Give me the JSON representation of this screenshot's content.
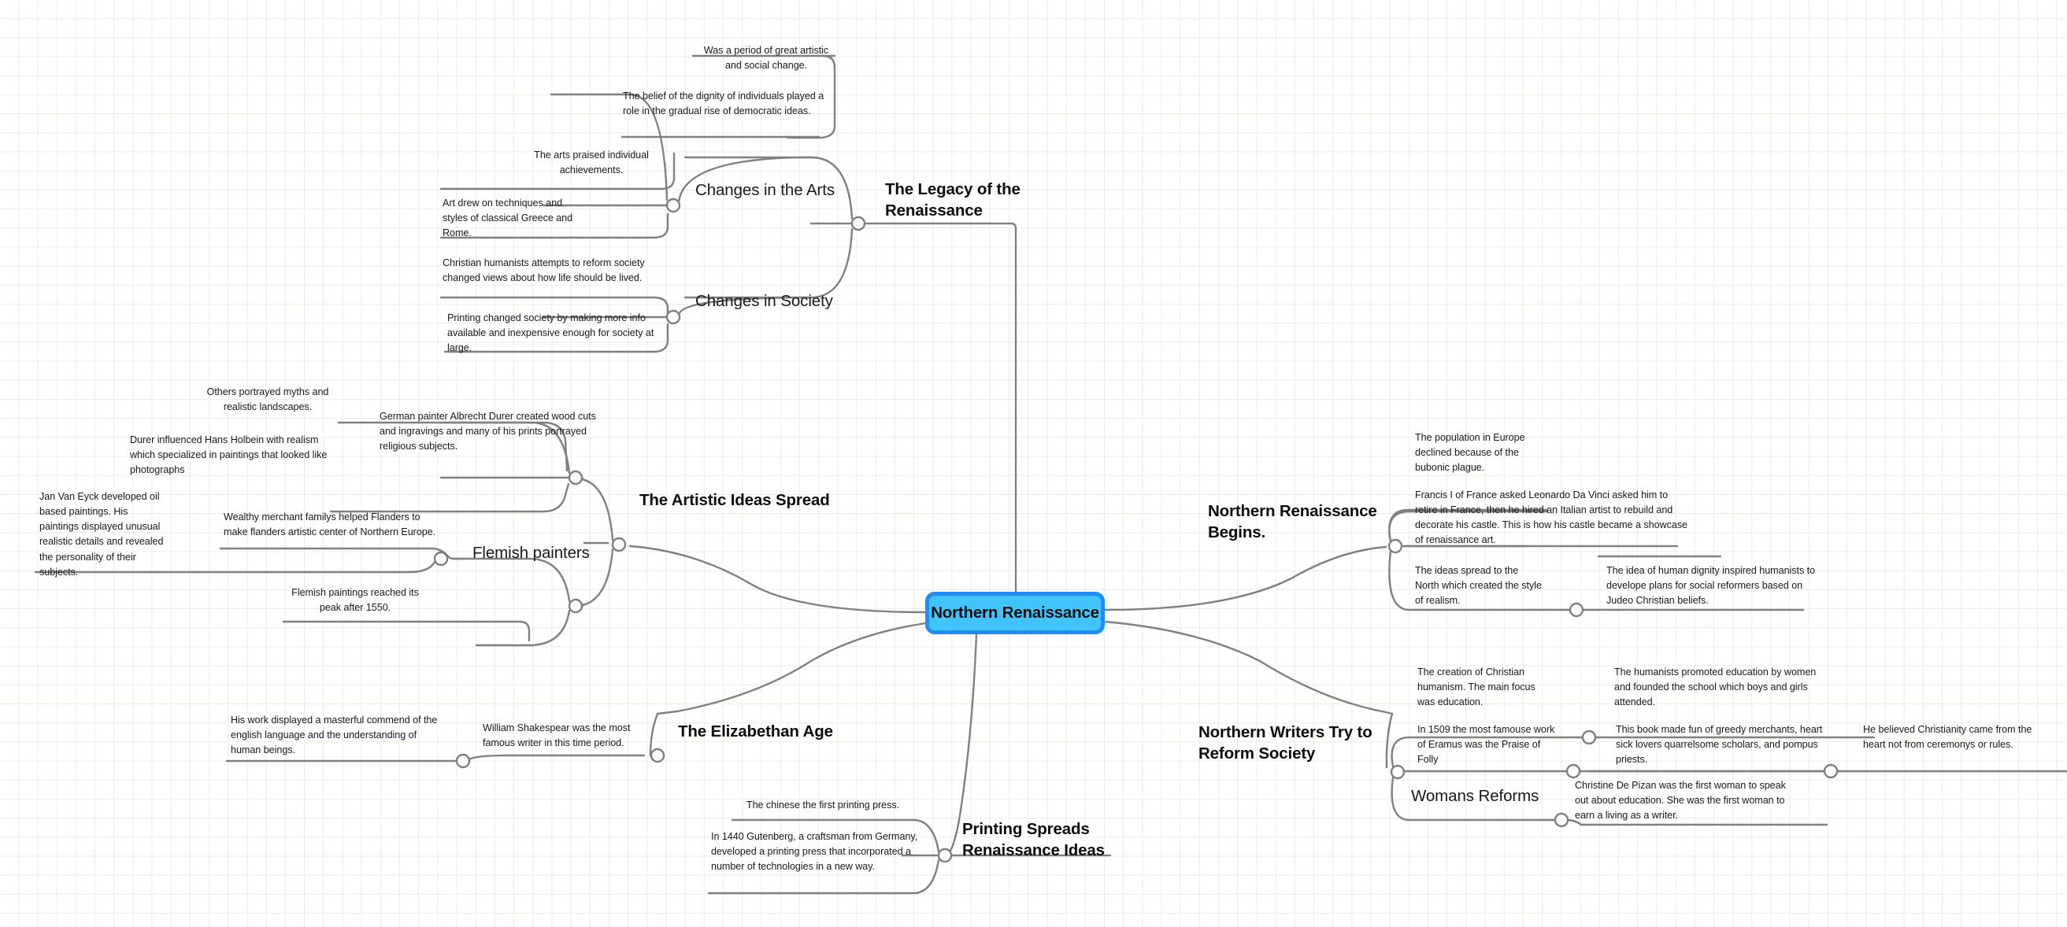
{
  "board": {
    "type": "mindmap",
    "background": "grid-paper",
    "grid_color": "#e8efe4",
    "wire_color": "#808080",
    "root_fill": "#41c4fb",
    "root_border": "#1e8ef0"
  },
  "root": {
    "label": "Northern Renaissance"
  },
  "branches": [
    {
      "id": "legacy",
      "label": "The Legacy of the Renaissance",
      "children": [
        {
          "id": "changes-arts",
          "label": "Changes in the Arts",
          "notes": [
            "Was a period of great artistic and social change.",
            "The belief of the dignity of individuals played a role in the gradual rise of democratic ideas.",
            "The arts praised individual achievements.",
            "Art drew on techniques and styles of classical Greece and Rome."
          ]
        },
        {
          "id": "changes-society",
          "label": "Changes in Society",
          "notes": [
            "Christian humanists attempts to reform society changed views about how life should be lived.",
            "Printing changed society by making more info available and inexpensive enough for society at large."
          ]
        }
      ]
    },
    {
      "id": "artistic-ideas",
      "label": "The Artistic Ideas Spread",
      "children": [
        {
          "id": "durer",
          "label": "German painter Albrecht Durer created wood cuts and ingravings and many of his prints portrayed religious subjects.",
          "notes": [
            "Others portrayed myths and realistic landscapes.",
            "Durer influenced Hans Holbein with realism which specialized in paintings that looked like photographs"
          ]
        },
        {
          "id": "flemish",
          "label": "Flemish painters",
          "notes": [
            "Wealthy merchant familys helped Flanders to make flanders artistic center of Northern Europe.",
            "Flemish paintings reached its peak after 1550.",
            "Jan Van Eyck developed oil based paintings. His paintings displayed unusual realistic details and revealed the personality of their subjects."
          ]
        }
      ]
    },
    {
      "id": "elizabethan",
      "label": "The Elizabethan Age",
      "children": [
        {
          "id": "shakespeare",
          "label": "William Shakespear was the most famous writer in this time period.",
          "notes": [
            "His work displayed a masterful commend of the english language and the understanding of human beings."
          ]
        }
      ]
    },
    {
      "id": "printing",
      "label": "Printing Spreads Renaissance Ideas",
      "children": [
        {
          "id": "gutenberg",
          "label": "In 1440 Gutenberg, a craftsman from Germany, developed a printing press that incorporated a number of technologies in a new way.",
          "notes": [
            "The chinese the first printing press."
          ]
        }
      ]
    },
    {
      "id": "nr-begins",
      "label": "Northern Renaissance Begins.",
      "children": [
        {
          "id": "plague",
          "label": "The population in Europe declined because of the bubonic plague.",
          "notes": []
        },
        {
          "id": "francis",
          "label": "Francis I of France asked Leonardo Da Vinci asked him to retire in France, then he hired an Italian artist to rebuild and decorate his castle. This is how his castle became a showcase of renaissance art.",
          "notes": []
        },
        {
          "id": "realism",
          "label": "The ideas spread to the North which created the style of realism.",
          "notes": [
            "The idea of human dignity inspired humanists to develope plans for social reformers based on Judeo Christian beliefs."
          ]
        }
      ]
    },
    {
      "id": "writers-reform",
      "label": "Northern Writers Try to Reform Society",
      "children": [
        {
          "id": "christian-humanism",
          "label": "The creation of Christian humanism. The main focus was education.",
          "notes": [
            "The humanists promoted education by women and founded the school which boys and girls attended."
          ]
        },
        {
          "id": "erasmus",
          "label": "In 1509 the most famouse work of Eramus was the Praise of Folly",
          "notes": [
            "This book made fun of greedy merchants, heart sick lovers quarrelsome scholars, and pompus priests.",
            "He believed Christianity came from the heart not from ceremonys or rules."
          ]
        },
        {
          "id": "womans-reforms",
          "label": "Womans Reforms",
          "notes": [
            "Christine De Pizan was the first woman to speak out about education. She was the first woman to earn a living as a writer."
          ]
        }
      ]
    }
  ]
}
